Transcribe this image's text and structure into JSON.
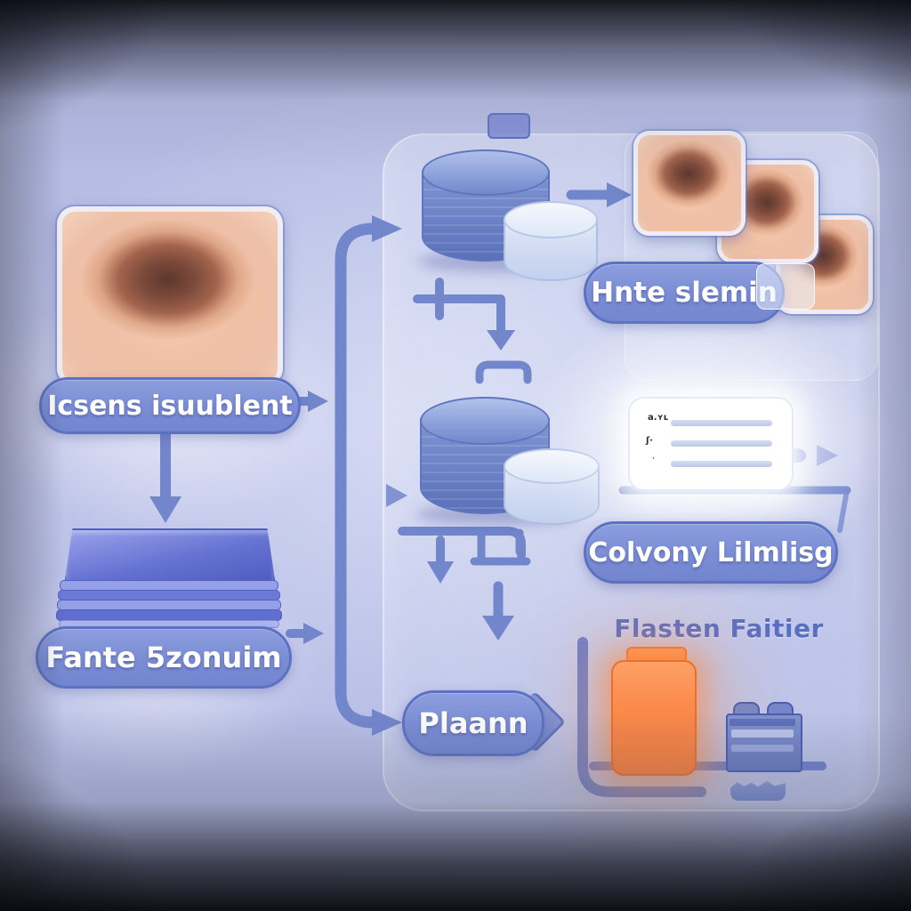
{
  "labels": {
    "input": "Icsens isuublent",
    "dataset": "Fante 5zonuim",
    "results": "Hnte slemin",
    "report": "Colvony Lilmlisg",
    "plan": "Plaann",
    "chart_title": "Flasten Faitier"
  },
  "report_card": {
    "line_count": 3,
    "scribbles": [
      "a.ʏʟ",
      "ʃ·",
      "˙"
    ]
  },
  "icons": {
    "lesion_photo": "skin-lesion-image",
    "result_photos": "skin-lesion-thumbnails",
    "database": "database-cylinders",
    "plates": "glass-plates-stack",
    "report": "white-list-card",
    "chart": "pictorial-bar-chart"
  },
  "colors": {
    "pill_fill": "#7a8dd4",
    "pill_border": "#5d71c2",
    "pill_text": "#ffffff",
    "connector": "#7286cc",
    "title_text": "#5b6fc2",
    "orange_bar": "#f98a4e",
    "blue_bar": "#7084c8",
    "background": "#b6bde4",
    "card": "#ffffff"
  },
  "chart_data": {
    "type": "bar",
    "title": "Flasten Faitier",
    "categories": [
      "orange-container",
      "blue-box"
    ],
    "values": [
      1.0,
      0.45
    ],
    "series": [
      {
        "name": "orange-container",
        "color": "#f98a4e",
        "height_rel": 1.0
      },
      {
        "name": "blue-box",
        "color": "#7084c8",
        "height_rel": 0.45
      }
    ],
    "xlabel": "",
    "ylabel": "",
    "legend": "none",
    "note": "unlabeled pictorial bars on an L-shaped axis"
  }
}
